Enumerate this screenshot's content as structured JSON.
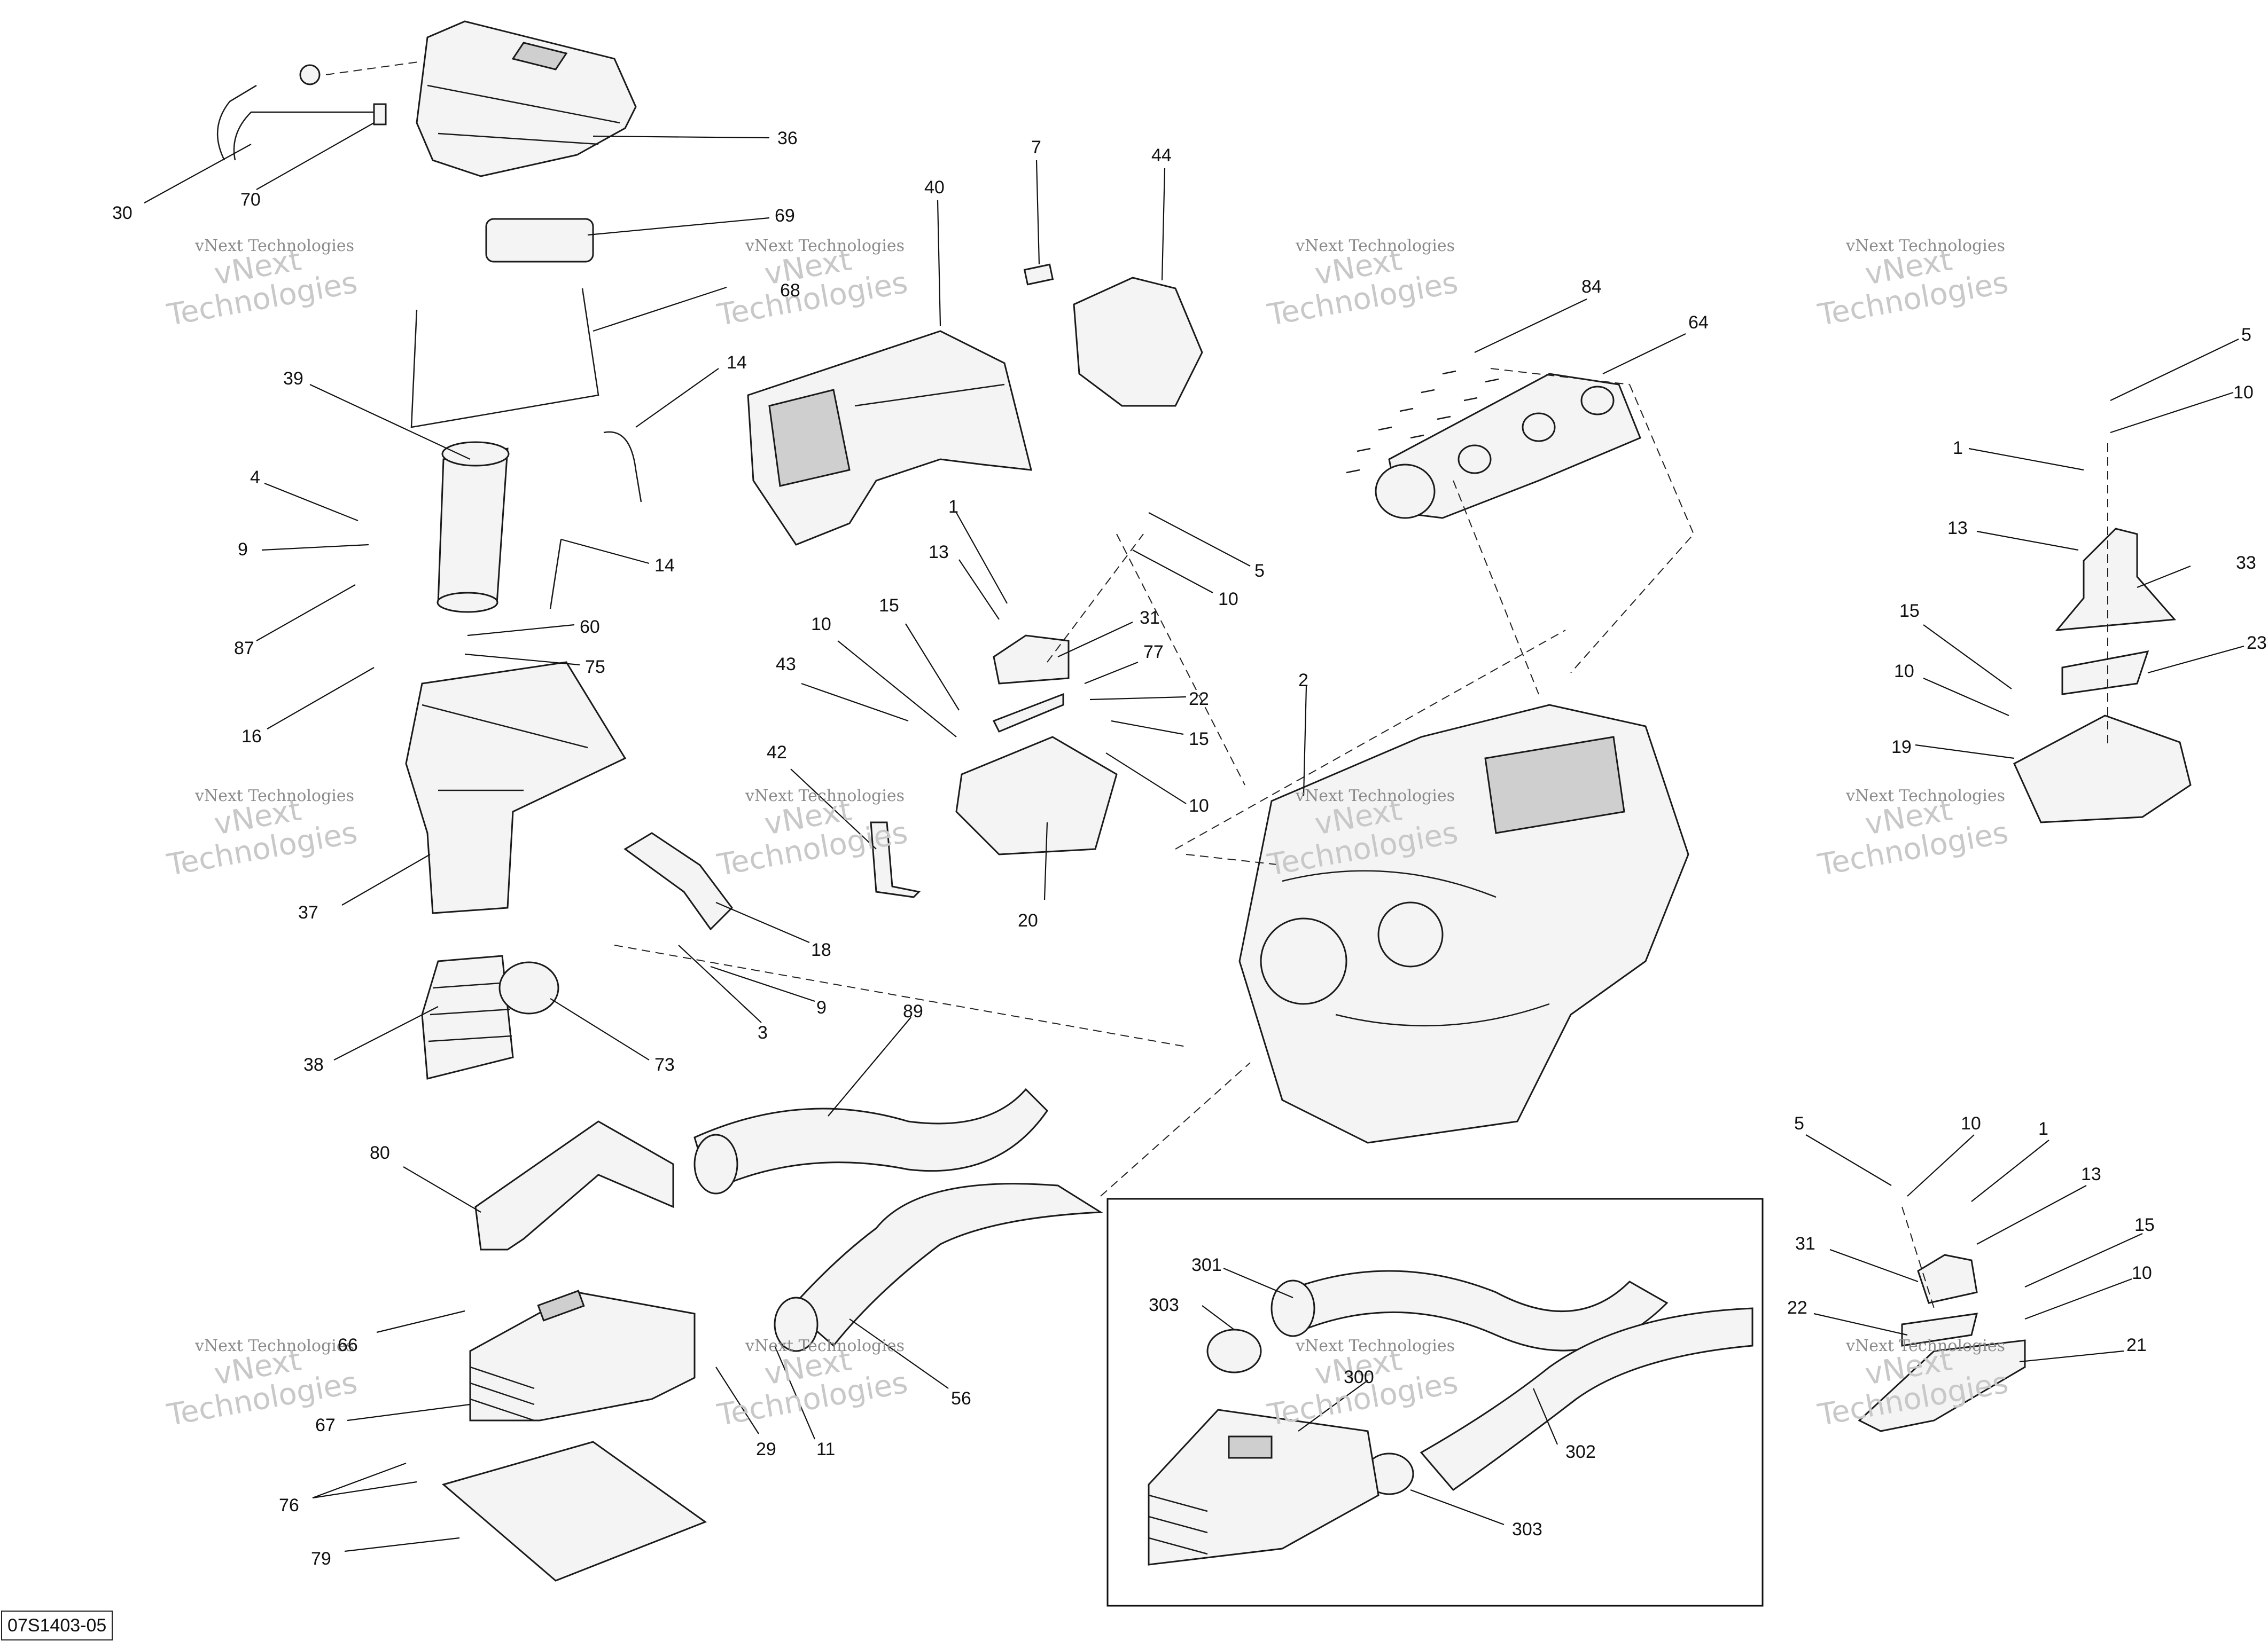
{
  "diagram": {
    "reference_code": "07S1403-05",
    "watermark": {
      "line1": "vNext",
      "line2": "Technologies",
      "small": "vNext Technologies"
    },
    "callouts": [
      {
        "id": "c30",
        "label": "30"
      },
      {
        "id": "c70",
        "label": "70"
      },
      {
        "id": "c36",
        "label": "36"
      },
      {
        "id": "c69",
        "label": "69"
      },
      {
        "id": "c68",
        "label": "68"
      },
      {
        "id": "c39",
        "label": "39"
      },
      {
        "id": "c14a",
        "label": "14"
      },
      {
        "id": "c14b",
        "label": "14"
      },
      {
        "id": "c4",
        "label": "4"
      },
      {
        "id": "c9a",
        "label": "9"
      },
      {
        "id": "c87",
        "label": "87"
      },
      {
        "id": "c60",
        "label": "60"
      },
      {
        "id": "c75",
        "label": "75"
      },
      {
        "id": "c16",
        "label": "16"
      },
      {
        "id": "c37",
        "label": "37"
      },
      {
        "id": "c38",
        "label": "38"
      },
      {
        "id": "c73",
        "label": "73"
      },
      {
        "id": "c40",
        "label": "40"
      },
      {
        "id": "c7",
        "label": "7"
      },
      {
        "id": "c44",
        "label": "44"
      },
      {
        "id": "c84",
        "label": "84"
      },
      {
        "id": "c64",
        "label": "64"
      },
      {
        "id": "c1a",
        "label": "1"
      },
      {
        "id": "c13a",
        "label": "13"
      },
      {
        "id": "c5a",
        "label": "5"
      },
      {
        "id": "c10a",
        "label": "10"
      },
      {
        "id": "c31a",
        "label": "31"
      },
      {
        "id": "c77",
        "label": "77"
      },
      {
        "id": "c15a",
        "label": "15"
      },
      {
        "id": "c10b",
        "label": "10"
      },
      {
        "id": "c43",
        "label": "43"
      },
      {
        "id": "c22a",
        "label": "22"
      },
      {
        "id": "c15b",
        "label": "15"
      },
      {
        "id": "c10c",
        "label": "10"
      },
      {
        "id": "c42",
        "label": "42"
      },
      {
        "id": "c20",
        "label": "20"
      },
      {
        "id": "c18",
        "label": "18"
      },
      {
        "id": "c9b",
        "label": "9"
      },
      {
        "id": "c3",
        "label": "3"
      },
      {
        "id": "c2",
        "label": "2"
      },
      {
        "id": "c89",
        "label": "89"
      },
      {
        "id": "c80",
        "label": "80"
      },
      {
        "id": "c66",
        "label": "66"
      },
      {
        "id": "c67",
        "label": "67"
      },
      {
        "id": "c76",
        "label": "76"
      },
      {
        "id": "c79",
        "label": "79"
      },
      {
        "id": "c29",
        "label": "29"
      },
      {
        "id": "c11",
        "label": "11"
      },
      {
        "id": "c56",
        "label": "56"
      },
      {
        "id": "c301",
        "label": "301"
      },
      {
        "id": "c303a",
        "label": "303"
      },
      {
        "id": "c300",
        "label": "300"
      },
      {
        "id": "c302",
        "label": "302"
      },
      {
        "id": "c303b",
        "label": "303"
      },
      {
        "id": "c5b",
        "label": "5"
      },
      {
        "id": "c10d",
        "label": "10"
      },
      {
        "id": "c1b",
        "label": "1"
      },
      {
        "id": "c13b",
        "label": "13"
      },
      {
        "id": "c33",
        "label": "33"
      },
      {
        "id": "c15c",
        "label": "15"
      },
      {
        "id": "c23",
        "label": "23"
      },
      {
        "id": "c10e",
        "label": "10"
      },
      {
        "id": "c19",
        "label": "19"
      },
      {
        "id": "c5c",
        "label": "5"
      },
      {
        "id": "c10f",
        "label": "10"
      },
      {
        "id": "c1c",
        "label": "1"
      },
      {
        "id": "c13c",
        "label": "13"
      },
      {
        "id": "c15d",
        "label": "15"
      },
      {
        "id": "c31b",
        "label": "31"
      },
      {
        "id": "c10g",
        "label": "10"
      },
      {
        "id": "c22b",
        "label": "22"
      },
      {
        "id": "c21",
        "label": "21"
      }
    ]
  }
}
